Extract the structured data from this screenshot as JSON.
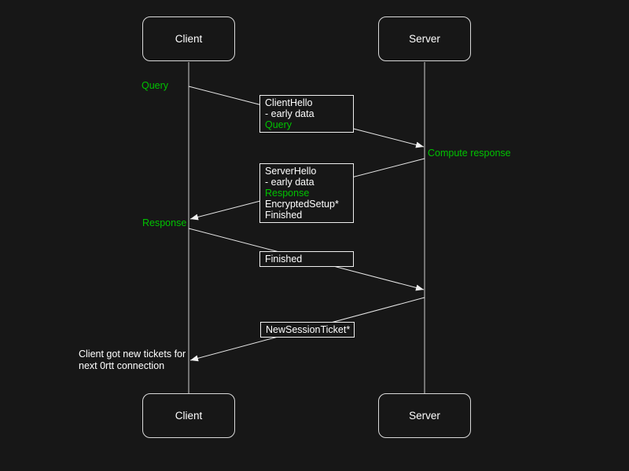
{
  "colors": {
    "background": "#171717",
    "green": "#00c300",
    "text": "#ffffff",
    "line": "#d9d9d9"
  },
  "actors": {
    "client": "Client",
    "server": "Server"
  },
  "annotations": {
    "query": "Query",
    "compute_response": "Compute response",
    "response": "Response",
    "note": {
      "line1": "Client got new tickets for",
      "line2": "next 0rtt connection"
    }
  },
  "messages": {
    "client_hello": {
      "lines": [
        "ClientHello",
        "- early data",
        "Query"
      ]
    },
    "server_hello": {
      "lines": [
        "ServerHello",
        "- early data",
        "Response",
        "EncryptedSetup*",
        "Finished"
      ]
    },
    "finished": {
      "lines": [
        "Finished"
      ]
    },
    "new_session_ticket": {
      "lines": [
        "NewSessionTicket*"
      ]
    }
  }
}
